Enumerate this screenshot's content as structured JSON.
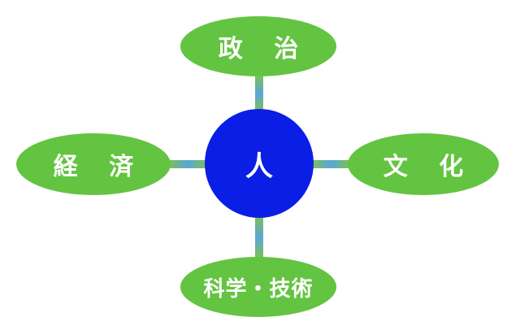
{
  "diagram": {
    "center_label": "人",
    "outer_nodes": {
      "top": "政 治",
      "left": "経 済",
      "right": "文 化",
      "bottom": "科学・技術"
    },
    "colors": {
      "outer_fill": "#63c441",
      "center_fill": "#0a1ee6",
      "connector_start": "#5aa6d8",
      "connector_end": "#7fc24a",
      "text": "#ffffff"
    }
  }
}
